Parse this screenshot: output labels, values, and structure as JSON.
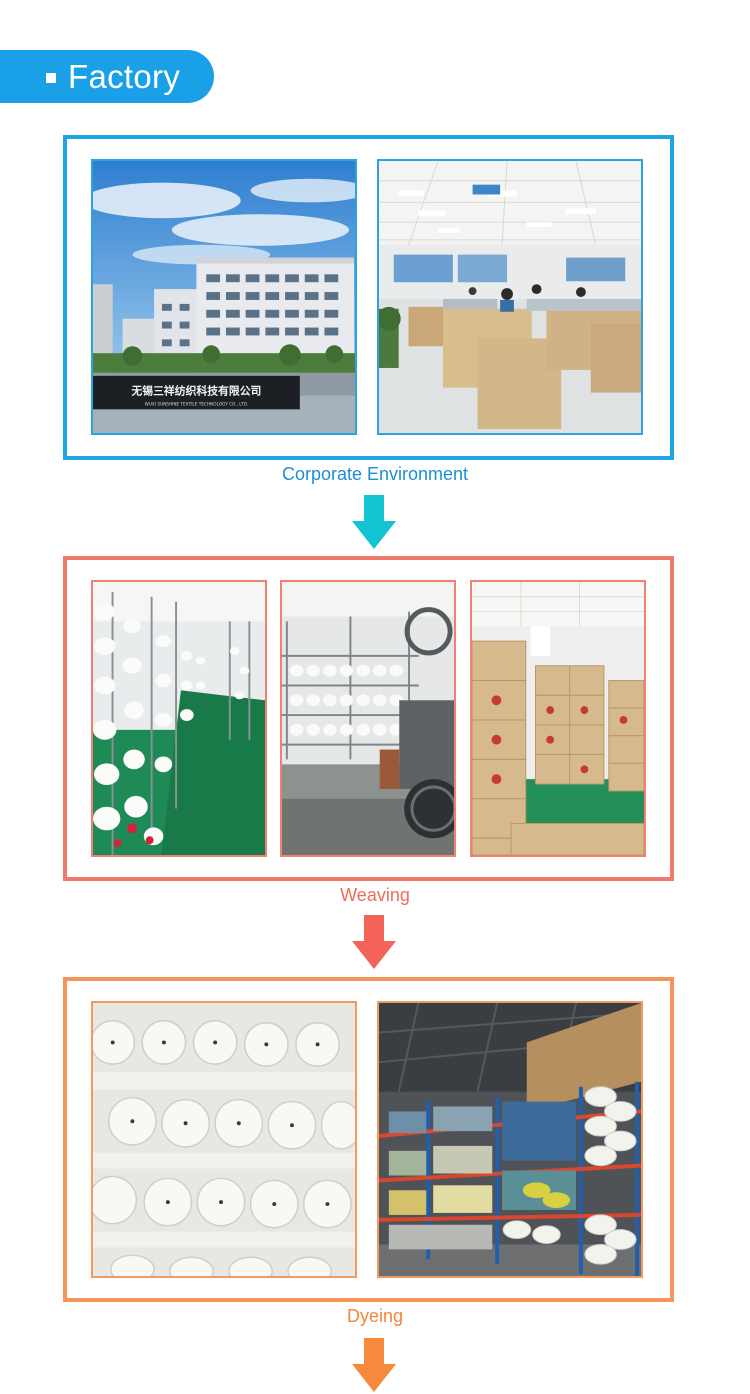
{
  "header": {
    "title": "Factory"
  },
  "colors": {
    "blue": "#1ea5e6",
    "salmon": "#f07a6b",
    "orange": "#f5955a",
    "cyan": "#12c3d2",
    "red_arrow": "#f46358",
    "orange_arrow": "#f68a3c"
  },
  "sections": {
    "corporate": {
      "caption": "Corporate Environment",
      "sign_cn": "无锡三祥纺织科技有限公司",
      "sign_en": "WUXI SUNSHINE TEXTILE TECHNOLOGY CO., LTD."
    },
    "weaving": {
      "caption": "Weaving"
    },
    "dyeing": {
      "caption": "Dyeing"
    }
  },
  "icons": {
    "arrow": "down-arrow-icon",
    "bullet": "square-bullet-icon"
  }
}
